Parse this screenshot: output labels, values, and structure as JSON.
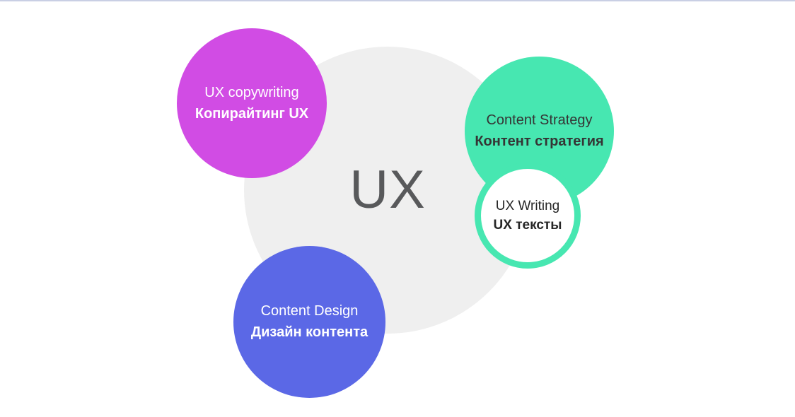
{
  "page": {
    "background_color": "#ffffff",
    "top_rule_color": "#c9cfe4"
  },
  "diagram": {
    "center": {
      "label": "UX",
      "circle_color": "#efefef",
      "text_color": "#58595b"
    },
    "bubbles": [
      {
        "id": "ux-copywriting",
        "line1": "UX copywriting",
        "line2": "Копирайтинг UX",
        "fill": "#d14ce4",
        "text_color": "#ffffff"
      },
      {
        "id": "content-strategy",
        "line1": "Content Strategy",
        "line2": "Контент стратегия",
        "fill": "#47e7b1",
        "text_color": "#353535"
      },
      {
        "id": "ux-writing",
        "line1": "UX Writing",
        "line2": "UX тексты",
        "fill": "#ffffff",
        "border_color": "#47e7b1",
        "text_color": "#262626"
      },
      {
        "id": "content-design",
        "line1": "Content Design",
        "line2": "Дизайн контента",
        "fill": "#5b68e6",
        "text_color": "#ffffff"
      }
    ]
  }
}
